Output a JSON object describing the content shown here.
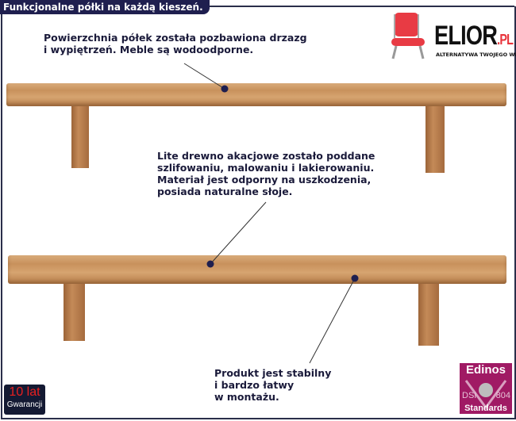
{
  "header": {
    "title": "Funkcjonalne półki na każdą kieszeń."
  },
  "logo": {
    "brand": "ELIOR",
    "suffix": ".PL",
    "tagline": "ALTERNATYWA TWOJEGO WNĘTRZA"
  },
  "callouts": [
    "Powierzchnia półek została pozbawiona drzazg\ni wypiętrzeń. Meble są wodoodporne.",
    "Lite drewno akacjowe zostało poddane\nszlifowaniu, malowaniu i lakierowaniu.\nMateriał jest odporny na uszkodzenia,\nposiada naturalne słoje.",
    "Produkt jest stabilny\ni bardzo łatwy\nw montażu."
  ],
  "warranty": {
    "years": "10 lat",
    "label": "Gwarancji"
  },
  "certificate": {
    "brand": "Edinos",
    "left": "DSI",
    "right": "804",
    "label": "Standards"
  },
  "colors": {
    "navy": "#1f1f4f",
    "wood": "#c8915c",
    "badge": "#a01a64"
  }
}
